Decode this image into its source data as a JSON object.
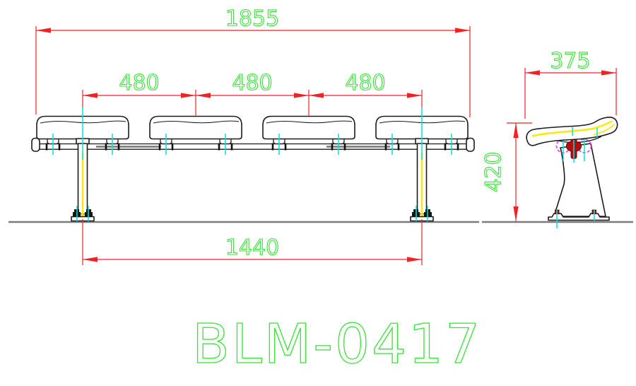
{
  "title": "BLM-0417",
  "views": {
    "front": {
      "overall_width_mm": "1855",
      "seat_pitch_mm": [
        "480",
        "480",
        "480"
      ],
      "leg_spacing_mm": "1440",
      "seat_count": 4
    },
    "side": {
      "seat_depth_mm": "375",
      "seat_height_mm": "420"
    }
  },
  "colors": {
    "dimension_line": "#f32222",
    "dimension_text": "#35e435",
    "outline": "#1b1b1b",
    "centerline_cyan": "#00e2e2",
    "centerline_yellow": "#ffe800",
    "hardware_magenta": "#ff2bff",
    "bracket_dark_red": "#b30f0f",
    "ground_line": "#7a7a7a",
    "background": "#ffffff"
  }
}
